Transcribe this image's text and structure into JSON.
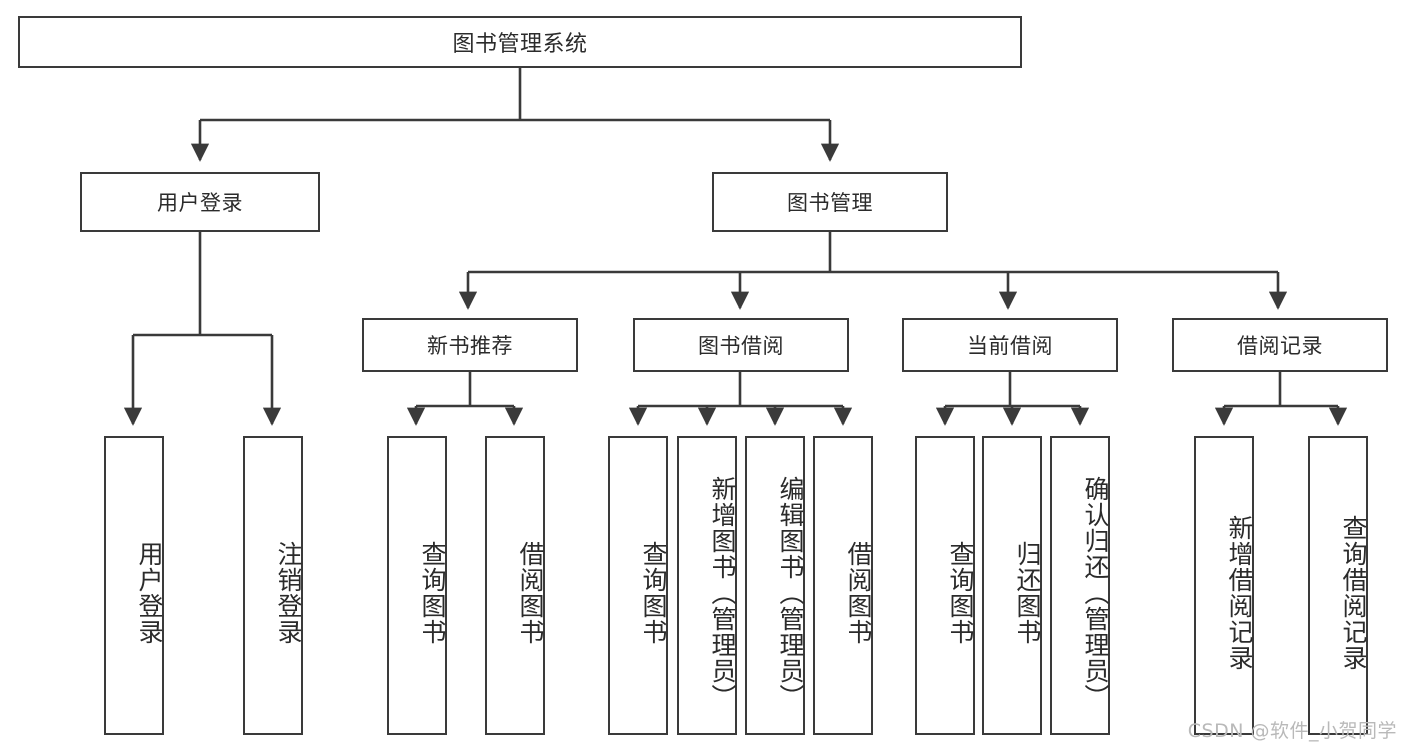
{
  "diagram": {
    "type": "hierarchy-tree",
    "title": "图书管理系统",
    "watermark": "CSDN @软件_小贺同学",
    "colors": {
      "stroke": "#3a3a3a",
      "fill": "#ffffff",
      "text": "#2b2b2b",
      "watermark": "#b9b9b9"
    },
    "level2": [
      {
        "id": "user-login",
        "label": "用户登录"
      },
      {
        "id": "book-management",
        "label": "图书管理"
      }
    ],
    "level3": [
      {
        "id": "new-book-recommend",
        "label": "新书推荐"
      },
      {
        "id": "book-borrow",
        "label": "图书借阅"
      },
      {
        "id": "current-borrow",
        "label": "当前借阅"
      },
      {
        "id": "borrow-record",
        "label": "借阅记录"
      }
    ],
    "leaves": {
      "user-login": [
        {
          "id": "leaf-user-login",
          "label": "用户登录"
        },
        {
          "id": "leaf-user-logout",
          "label": "注销登录"
        }
      ],
      "new-book-recommend": [
        {
          "id": "leaf-query-book-1",
          "label": "查询图书"
        },
        {
          "id": "leaf-borrow-book-1",
          "label": "借阅图书"
        }
      ],
      "book-borrow": [
        {
          "id": "leaf-query-book-2",
          "label": "查询图书"
        },
        {
          "id": "leaf-add-book",
          "label": "新增图书（管理员）"
        },
        {
          "id": "leaf-edit-book",
          "label": "编辑图书（管理员）"
        },
        {
          "id": "leaf-borrow-book-2",
          "label": "借阅图书"
        }
      ],
      "current-borrow": [
        {
          "id": "leaf-query-book-3",
          "label": "查询图书"
        },
        {
          "id": "leaf-return-book",
          "label": "归还图书"
        },
        {
          "id": "leaf-confirm-return",
          "label": "确认归还（管理员）"
        }
      ],
      "borrow-record": [
        {
          "id": "leaf-add-record",
          "label": "新增借阅记录"
        },
        {
          "id": "leaf-query-record",
          "label": "查询借阅记录"
        }
      ]
    }
  }
}
